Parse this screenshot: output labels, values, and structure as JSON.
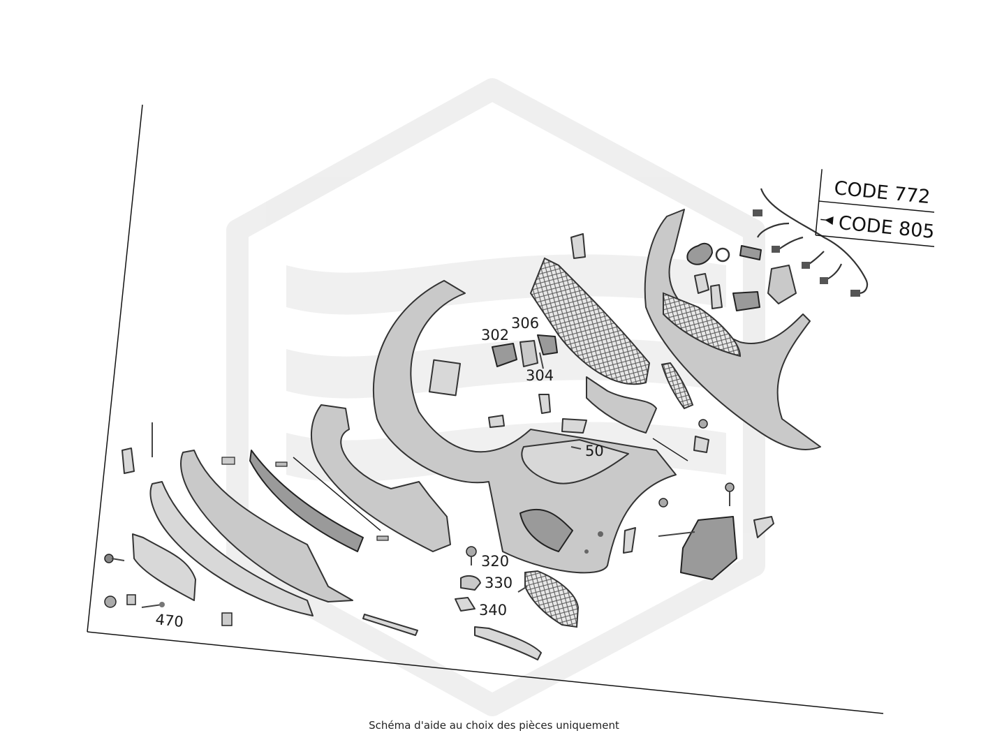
{
  "diagram": {
    "codes": [
      "CODE 772",
      "CODE 805"
    ],
    "part_labels": [
      "302",
      "306",
      "304",
      "50",
      "320",
      "330",
      "340",
      "470"
    ],
    "icons": {
      "watermark": "watermark-logo",
      "code_arrow": "arrow-right-icon"
    }
  },
  "caption": "Schéma d'aide au choix des pièces uniquement"
}
